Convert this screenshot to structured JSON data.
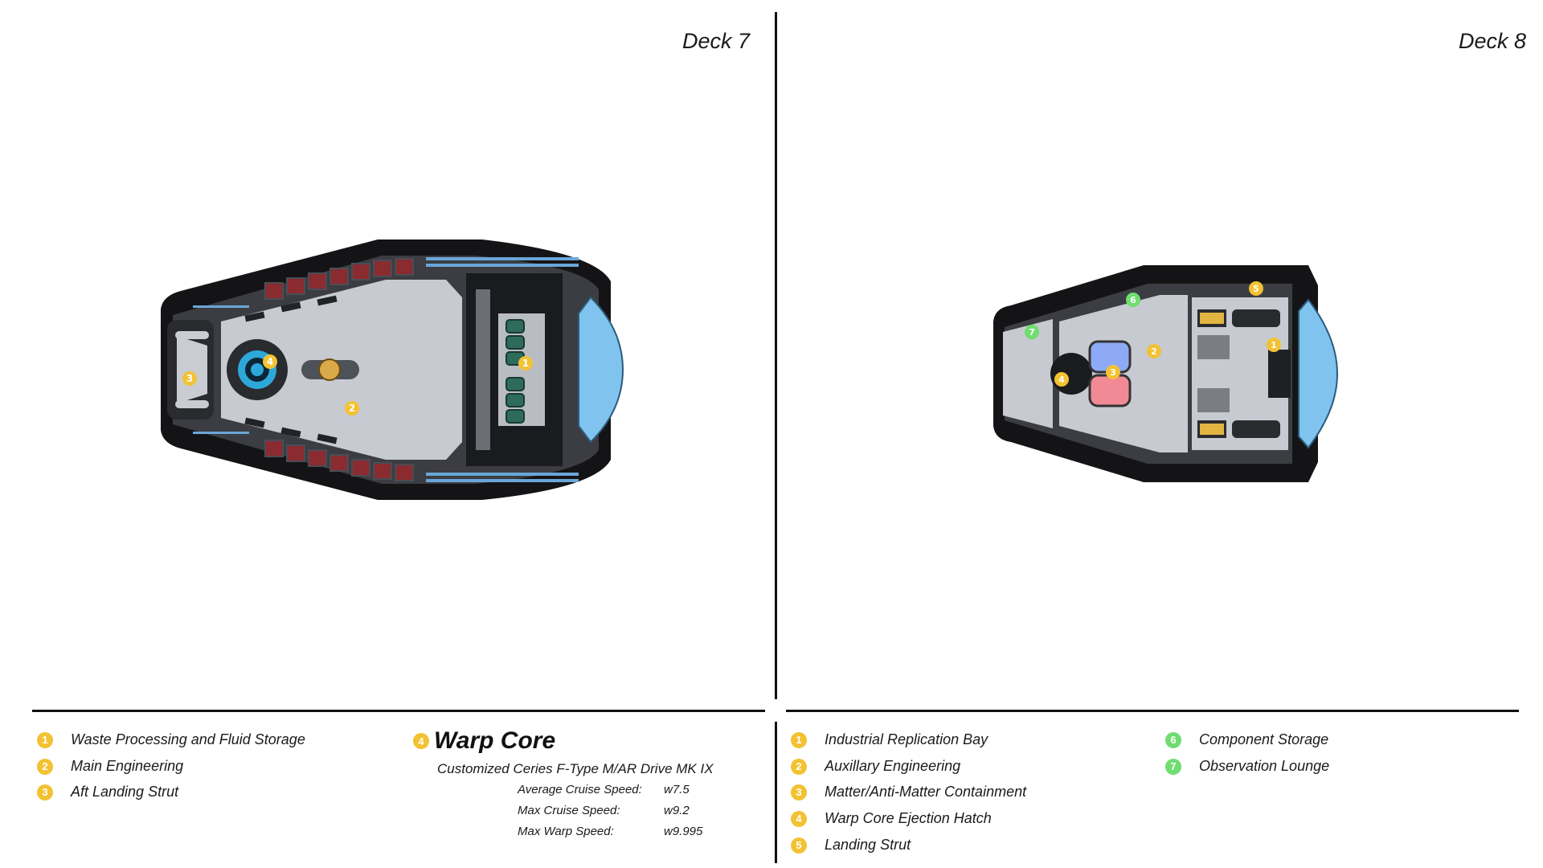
{
  "decks": [
    {
      "title": "Deck 7"
    },
    {
      "title": "Deck 8"
    }
  ],
  "deck7_legend": [
    {
      "num": "1",
      "label": "Waste Processing and Fluid Storage"
    },
    {
      "num": "2",
      "label": "Main Engineering"
    },
    {
      "num": "3",
      "label": "Aft Landing Strut"
    }
  ],
  "warp_core": {
    "num": "4",
    "title": "Warp Core",
    "subtitle": "Customized Ceries F-Type M/AR Drive MK IX",
    "specs": [
      {
        "label": "Average Cruise Speed:",
        "value": "w7.5"
      },
      {
        "label": "Max Cruise Speed:",
        "value": "w9.2"
      },
      {
        "label": "Max Warp Speed:",
        "value": "w9.995"
      }
    ]
  },
  "deck8_legend": [
    {
      "num": "1",
      "label": "Industrial Replication Bay"
    },
    {
      "num": "2",
      "label": "Auxillary Engineering"
    },
    {
      "num": "3",
      "label": "Matter/Anti-Matter Containment"
    },
    {
      "num": "4",
      "label": "Warp Core Ejection Hatch"
    },
    {
      "num": "5",
      "label": "Landing Strut"
    },
    {
      "num": "6",
      "label": "Component Storage"
    },
    {
      "num": "7",
      "label": "Observation Lounge"
    }
  ],
  "markers": {
    "deck7": [
      "1",
      "2",
      "3",
      "4"
    ],
    "deck8": [
      "1",
      "2",
      "3",
      "4",
      "5",
      "6",
      "7"
    ]
  },
  "colors": {
    "marker_yellow": "#f3c233",
    "marker_green": "#6fdd6f",
    "hull": "#111111",
    "floor": "#c9ccd2",
    "window": "#7fc3ee",
    "console_red": "#8a2b30",
    "core_blue": "#2ea8d8"
  }
}
